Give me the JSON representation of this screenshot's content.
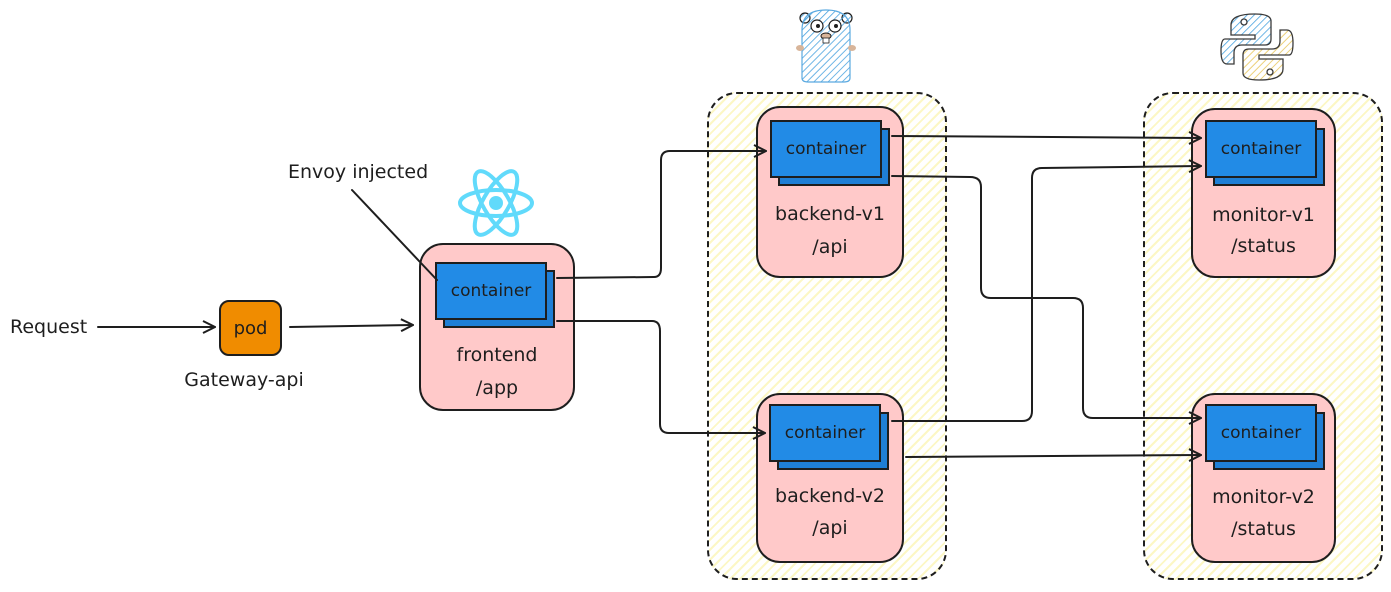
{
  "request": {
    "label": "Request"
  },
  "gateway": {
    "pod_label": "pod",
    "name": "Gateway-api"
  },
  "annotation": {
    "envoy": "Envoy injected"
  },
  "container_label": "container",
  "frontend": {
    "name": "frontend",
    "path": "/app",
    "icon": "react-icon"
  },
  "backend_v1": {
    "name": "backend-v1",
    "path": "/api"
  },
  "backend_v2": {
    "name": "backend-v2",
    "path": "/api"
  },
  "backend_group": {
    "icon": "go-gopher-icon"
  },
  "monitor_v1": {
    "name": "monitor-v1",
    "path": "/status"
  },
  "monitor_v2": {
    "name": "monitor-v2",
    "path": "/status"
  },
  "monitor_group": {
    "icon": "python-icon"
  },
  "colors": {
    "pod_fill": "#ffc9c9",
    "container_fill": "#228be6",
    "gateway_fill": "#f08c00",
    "group_hatch": "#faf096",
    "stroke": "#1e1e1e"
  }
}
